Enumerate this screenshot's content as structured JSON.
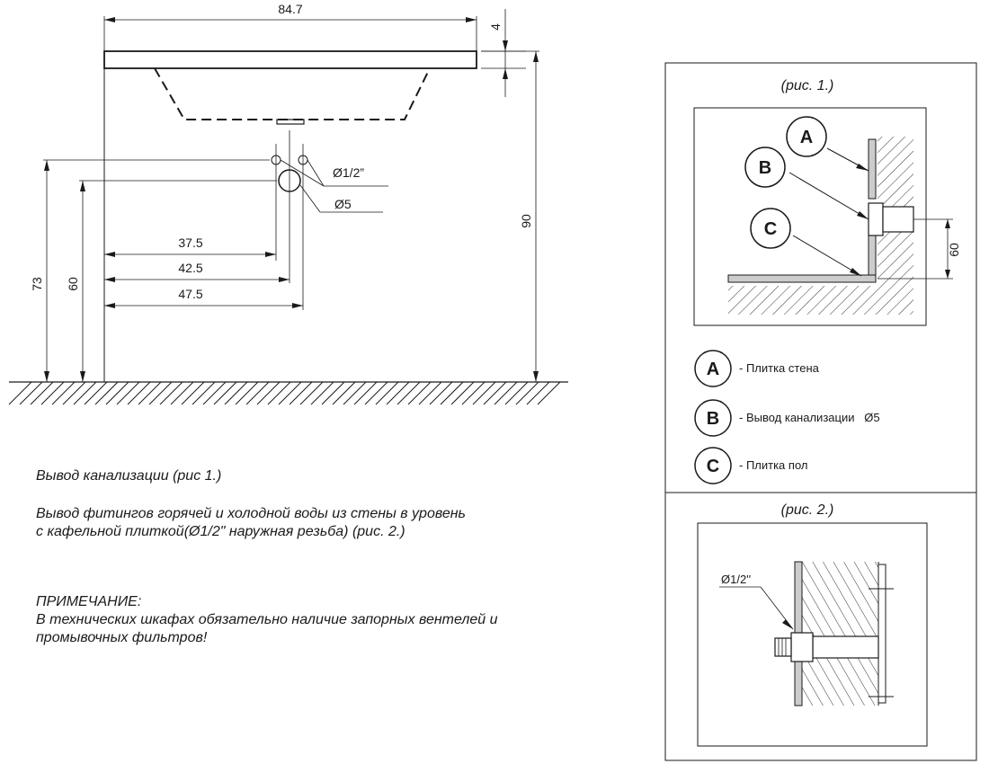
{
  "drawing": {
    "dimensions": {
      "width": "84.7",
      "slab_thickness": "4",
      "total_height": "90",
      "height_73": "73",
      "height_60": "60",
      "dist_375": "37.5",
      "dist_425": "42.5",
      "dist_475": "47.5",
      "pipe_water": "Ø1/2”",
      "pipe_drain": "Ø5",
      "fig1_height": "60",
      "fig2_pipe": "Ø1/2''"
    }
  },
  "figures": {
    "fig1_caption": "(рис. 1.)",
    "fig2_caption": "(рис. 2.)"
  },
  "legend": [
    {
      "letter": "A",
      "text": "- Плитка стена"
    },
    {
      "letter": "B",
      "text": "- Вывод канализации   Ø5"
    },
    {
      "letter": "C",
      "text": "- Плитка пол"
    }
  ],
  "notes": {
    "line1": "Вывод канализации (рис 1.)",
    "line2a": "Вывод фитингов горячей и холодной воды из стены в уровень",
    "line2b": "с кафельной плиткой(Ø1/2\" наружная резьба) (рис. 2.)",
    "note_title": "ПРИМЕЧАНИЕ:",
    "note_a": "В технических шкафах обязательно наличие запорных вентелей и",
    "note_b": "промывочных фильтров!"
  }
}
